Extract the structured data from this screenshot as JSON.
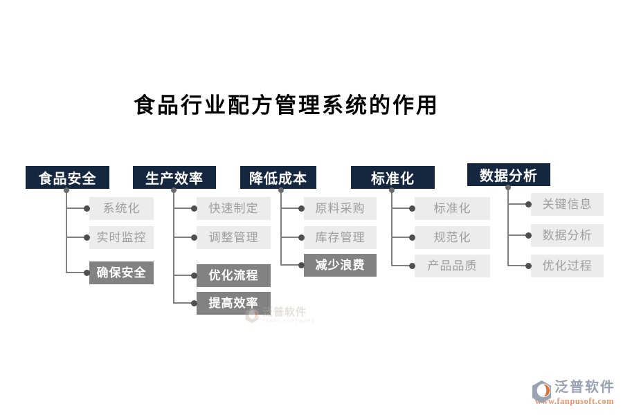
{
  "title": "食品行业配方管理系统的作用",
  "columns": [
    {
      "header": "食品安全",
      "items": [
        {
          "label": "系统化",
          "variant": "light"
        },
        {
          "label": "实时监控",
          "variant": "light"
        },
        {
          "label": "确保安全",
          "variant": "dark"
        }
      ]
    },
    {
      "header": "生产效率",
      "items": [
        {
          "label": "快速制定",
          "variant": "light"
        },
        {
          "label": "调整管理",
          "variant": "light"
        },
        {
          "label": "优化流程",
          "variant": "dark"
        },
        {
          "label": "提高效率",
          "variant": "dark"
        }
      ]
    },
    {
      "header": "降低成本",
      "items": [
        {
          "label": "原料采购",
          "variant": "light"
        },
        {
          "label": "库存管理",
          "variant": "light"
        },
        {
          "label": "减少浪费",
          "variant": "dark"
        }
      ]
    },
    {
      "header": "标准化",
      "items": [
        {
          "label": "标准化",
          "variant": "light"
        },
        {
          "label": "规范化",
          "variant": "light"
        },
        {
          "label": "产品品质",
          "variant": "light"
        }
      ]
    },
    {
      "header": "数据分析",
      "items": [
        {
          "label": "关键信息",
          "variant": "light"
        },
        {
          "label": "数据分析",
          "variant": "light"
        },
        {
          "label": "优化过程",
          "variant": "light"
        }
      ]
    }
  ],
  "watermark_center": {
    "brand": "泛普软件",
    "subtext": "FANPU SOFTWARE"
  },
  "watermark": {
    "brand": "泛普软件",
    "url": "www.fanpusoft.com"
  },
  "colors": {
    "header_bg": "#15273E",
    "header_text": "#FFFFFF",
    "item_light_bg": "#ECECEC",
    "item_light_text": "#9E9E9E",
    "item_dark_bg": "#828282",
    "item_dark_text": "#FFFFFF",
    "connector": "#7F7F7F",
    "dot": "#4F4F4F",
    "brand_text": "#98A2B4",
    "url_text": "#E8936A",
    "logo_gray": "#99A3B4",
    "logo_orange": "#E0703C"
  }
}
